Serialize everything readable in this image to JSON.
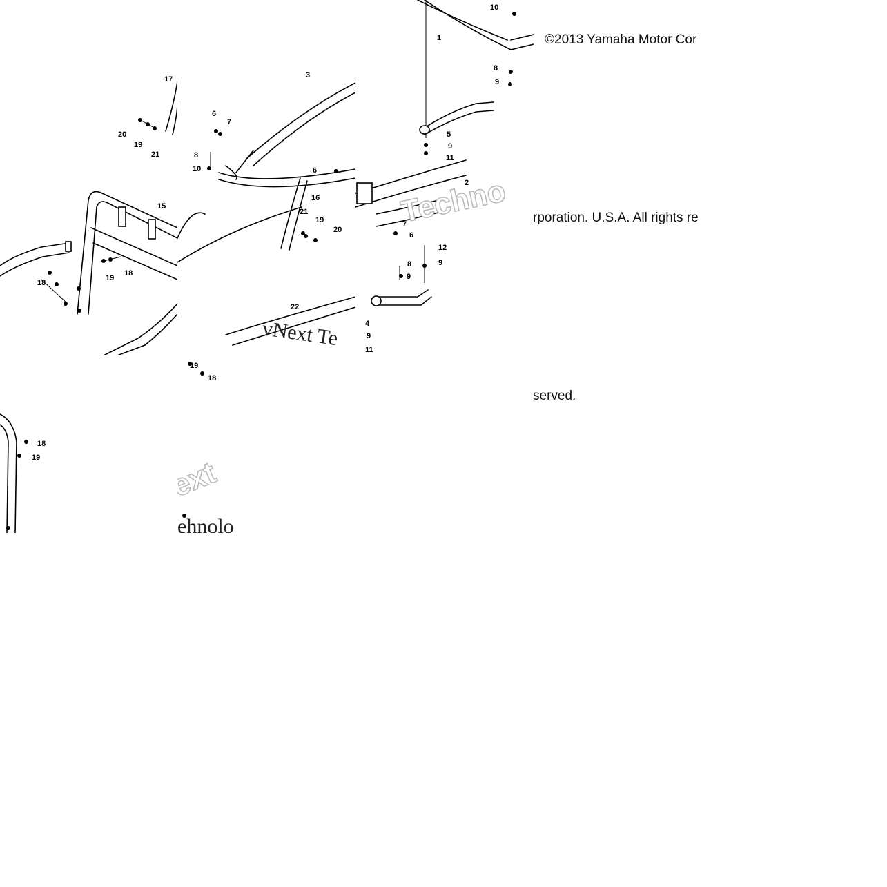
{
  "copyright": {
    "part1": "©2013 Yamaha Motor Cor",
    "part2": "rporation. U.S.A. All rights re",
    "part3": "served."
  },
  "watermark": {
    "brand1": "Techno",
    "brand2": "vNext Te",
    "brand3": "ext",
    "brand4": "ehnolo"
  },
  "callouts": {
    "c1": "1",
    "c2": "2",
    "c3": "3",
    "c4": "4",
    "c5": "5",
    "c6": "6",
    "c7": "7",
    "c8": "8",
    "c9": "9",
    "c10": "10",
    "c11": "11",
    "c12": "12",
    "c15": "15",
    "c16": "16",
    "c17": "17",
    "c18": "18",
    "c19": "19",
    "c20": "20",
    "c21": "21",
    "c22": "22"
  },
  "colors": {
    "background": "#ffffff",
    "ink": "#000000",
    "watermark_outline": "#b8b8b8"
  }
}
